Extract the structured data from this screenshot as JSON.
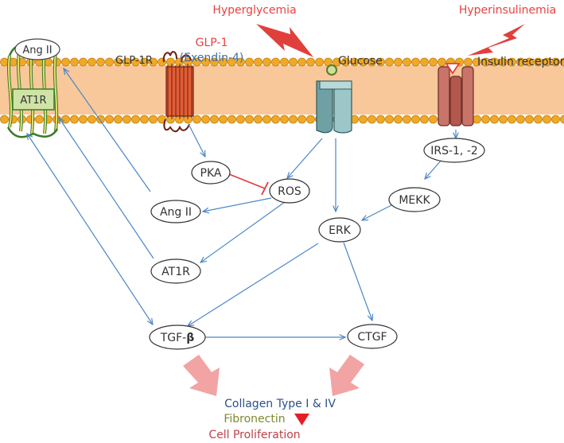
{
  "stimuli": {
    "hyperglycemia": "Hyperglycemia",
    "hyperinsulinemia": "Hyperinsulinemia"
  },
  "membrane": {
    "glucose": "Glucose",
    "insulin_receptor": "Insulin receptor",
    "glp1r": "GLP-1R",
    "glp1_line1": "GLP-1",
    "glp1_line2": "(Exendin-4)",
    "at1r": "AT1R",
    "ang_ii_top": "Ang II"
  },
  "nodes": {
    "pka": "PKA",
    "ros": "ROS",
    "ang_ii": "Ang II",
    "irs": "IRS-1, -2",
    "mekk": "MEKK",
    "erk": "ERK",
    "at1r": "AT1R",
    "tgf_prefix": "TGF-",
    "tgf_beta": "β",
    "ctgf": "CTGF"
  },
  "outcomes": {
    "collagen": "Collagen Type I & IV",
    "fibronectin": "Fibronectin",
    "proliferation": "Cell Proliferation"
  },
  "colors": {
    "arrow": "#4a86c8",
    "inhibit": "#e03a3a",
    "stimulus_text": "#e8423f",
    "glp1_text": "#e8423f",
    "exendin_text": "#3d6fa8",
    "collagen_text": "#2d4f8c",
    "fibronectin_text": "#7d8a2e",
    "proliferation_text": "#c0424a"
  }
}
